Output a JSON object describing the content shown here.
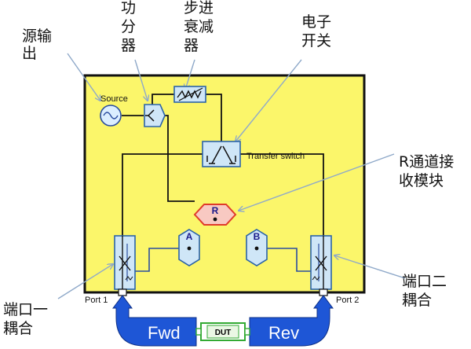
{
  "labels": {
    "source_out": [
      "源输",
      "出"
    ],
    "splitter": [
      "功",
      "分",
      "器"
    ],
    "attenuator": [
      "步进",
      "衰减",
      "器"
    ],
    "switch": [
      "电子",
      "开关"
    ],
    "r_receiver": [
      "R通道接",
      "收模块"
    ],
    "port1_coupler": [
      "端口一",
      "耦合"
    ],
    "port2_coupler": [
      "端口二",
      "耦合"
    ]
  },
  "blocks": {
    "source": "Source",
    "transfer_switch": "Transfer switch",
    "port1": "Port 1",
    "port2": "Port 2",
    "receiver_r": "R",
    "receiver_a": "A",
    "receiver_b": "B",
    "dut": "DUT"
  },
  "arrows": {
    "forward": "Fwd",
    "reverse": "Rev"
  },
  "colors": {
    "panel": "#fbf66a",
    "block": "#cfe6f7",
    "block_border": "#2a63a8",
    "r_receiver": "#f8c9c2",
    "r_border": "#e03a2a",
    "arrow_blue": "#1e56d6",
    "pointer": "#8fa9c9",
    "dut_green": "#33aa33"
  }
}
